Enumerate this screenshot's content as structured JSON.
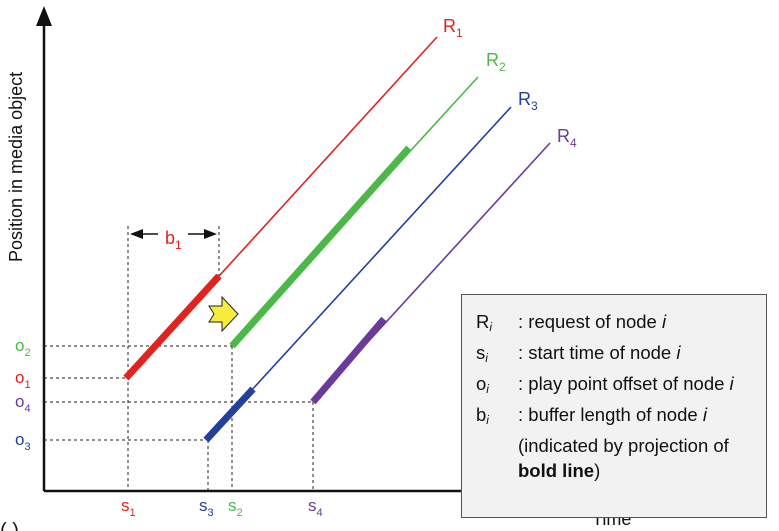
{
  "axes": {
    "y_label": "Position in media object",
    "x_label": "Time"
  },
  "requests": [
    {
      "name": "R",
      "sub": "1",
      "color": "#e0231f",
      "start": "s",
      "start_sub": "1",
      "offset": "o",
      "offset_sub": "1"
    },
    {
      "name": "R",
      "sub": "2",
      "color": "#4cb847",
      "start": "s",
      "start_sub": "2",
      "offset": "o",
      "offset_sub": "2"
    },
    {
      "name": "R",
      "sub": "3",
      "color": "#23409a",
      "start": "s",
      "start_sub": "3",
      "offset": "o",
      "offset_sub": "3"
    },
    {
      "name": "R",
      "sub": "4",
      "color": "#6b3a9a",
      "start": "s",
      "start_sub": "4",
      "offset": "o",
      "offset_sub": "4"
    }
  ],
  "buffer_label": {
    "main": "b",
    "sub": "1",
    "color": "#e0231f"
  },
  "highlight_icon": "yellow-arrow-icon",
  "colors": {
    "red": "#e0231f",
    "green": "#4cb847",
    "blue": "#23409a",
    "purple": "#6b3a9a",
    "arrow_fill": "#f6ec3c"
  },
  "legend": {
    "r_key": "R",
    "r_sub": "i",
    "r_text": ": request of node ",
    "s_key": "s",
    "s_sub": "i",
    "s_text": ": start time of node ",
    "o_key": "o",
    "o_sub": "i",
    "o_text": ": play point offset of node ",
    "b_key": "b",
    "b_sub": "i",
    "b_text": ": buffer length of node ",
    "node_var": "i",
    "cont1": "(indicated by projection of",
    "cont2_bold": "bold line",
    "cont2_end": ")"
  },
  "corner_mark": "( )"
}
